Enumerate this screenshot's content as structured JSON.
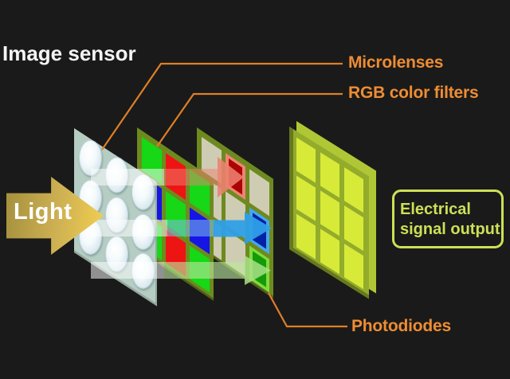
{
  "title": "Image sensor",
  "light": {
    "label": "Light"
  },
  "annotations": {
    "microlenses": "Microlenses",
    "rgb_filters": "RGB color filters",
    "photodiodes": "Photodiodes"
  },
  "output_box": {
    "line1": "Electrical",
    "line2": "signal output"
  },
  "layers": {
    "microlenses": {
      "rows": 3,
      "cols": 3
    },
    "rgb_filter_pattern": [
      [
        "G",
        "R",
        "G"
      ],
      [
        "B",
        "G",
        "B"
      ],
      [
        "G",
        "R",
        "G"
      ]
    ],
    "photodiode_pattern": [
      [
        "",
        "R",
        ""
      ],
      [
        "",
        "",
        "B"
      ],
      [
        "",
        "",
        "G"
      ]
    ],
    "sensor_grid": {
      "rows": 3,
      "cols": 3
    }
  },
  "light_rays": [
    {
      "name": "red-ray",
      "filtered_color": "red"
    },
    {
      "name": "blue-ray",
      "filtered_color": "blue"
    },
    {
      "name": "green-ray",
      "filtered_color": "green"
    }
  ],
  "colors": {
    "background": "#1a1a1a",
    "title_white": "#f4f4f4",
    "accent_orange": "#ee8d33",
    "leader_line": "#de7f28",
    "gold_dark": "#a8923f",
    "gold_mid": "#cfb253",
    "gold_bright": "#f0cd4f",
    "lens_panel": "#b5cdc2",
    "lens_panel_edge": "#93a99e",
    "olive_frame": "#6e8a1f",
    "filter_green": "#16d816",
    "filter_red": "#ee1414",
    "filter_blue": "#1515e6",
    "beige_cell": "#cfccb4",
    "pd_red_fill": "#ab0404",
    "pd_red_border": "#ef8473",
    "pd_blue_fill": "#0023a6",
    "pd_blue_border": "#46a7ee",
    "pd_green_fill": "#149a0b",
    "pd_green_border": "#7edc3c",
    "slab_frame": "#93ac2c",
    "slab_cell": "#d7ea37",
    "slab_side": "#b0c735",
    "slab_edge": "#67791d",
    "output_green": "#cde056",
    "ray_salmon": "#ee8170",
    "ray_blue": "#2f9fe8",
    "ray_lightblue": "#7fc0ea",
    "ray_green": "#a9e087",
    "ray_lightgreen": "#bce79d"
  }
}
